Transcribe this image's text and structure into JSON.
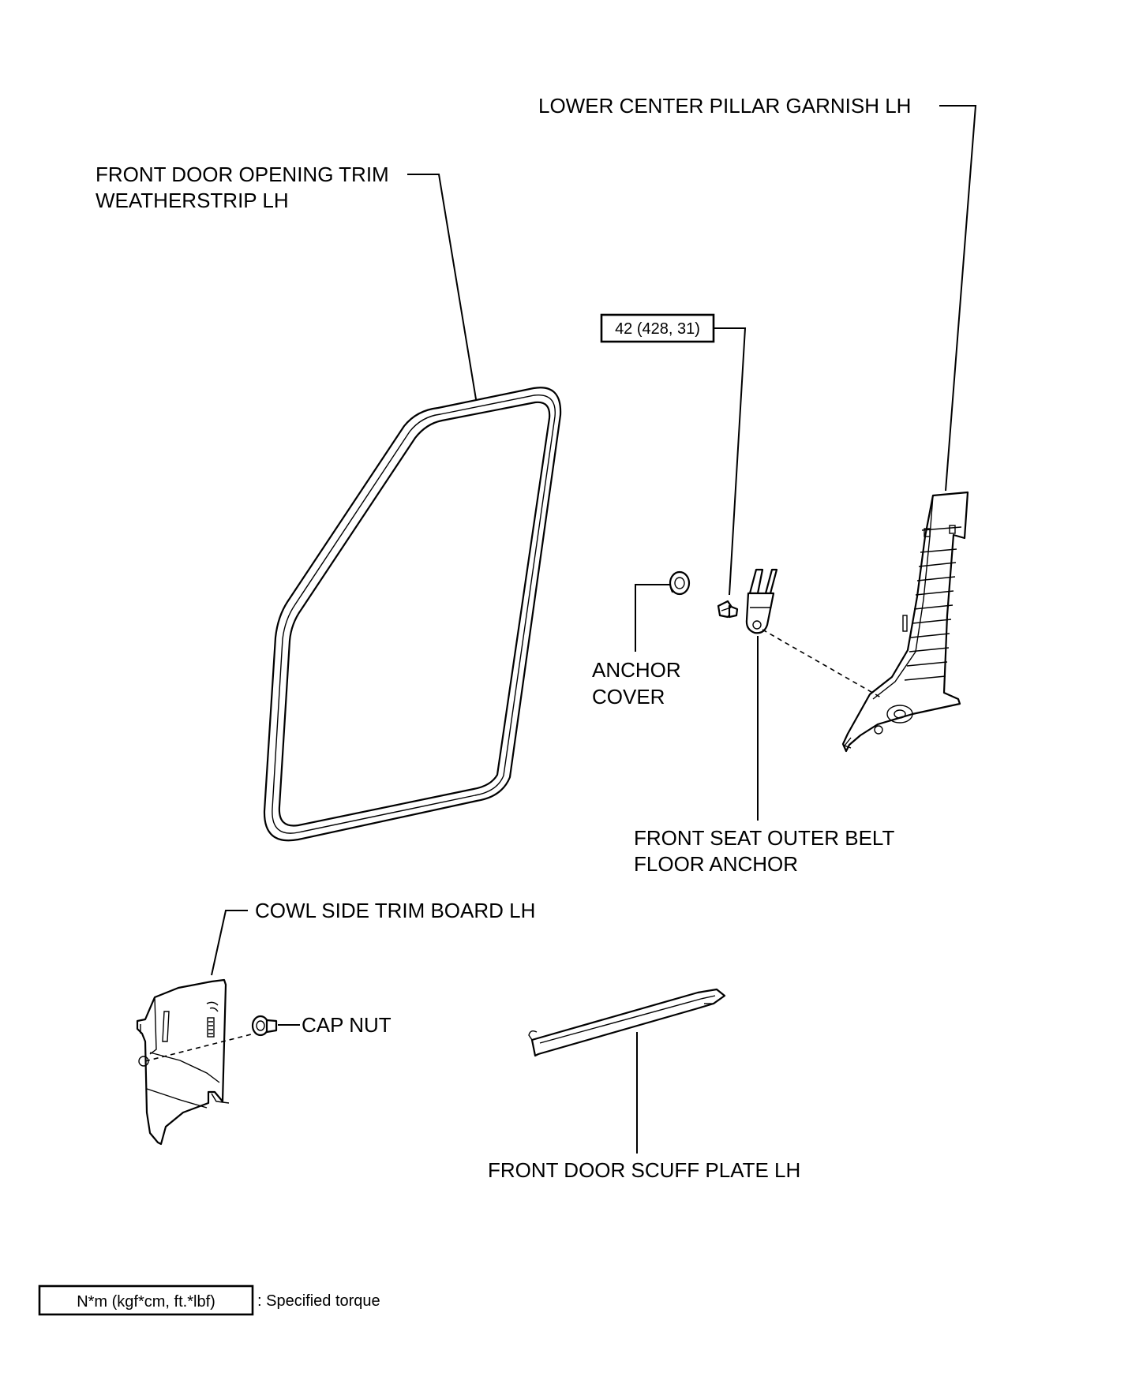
{
  "labels": {
    "lower_center_pillar": "LOWER CENTER PILLAR GARNISH LH",
    "weatherstrip_line1": "FRONT DOOR OPENING TRIM",
    "weatherstrip_line2": "WEATHERSTRIP LH",
    "torque_value": "42 (428, 31)",
    "anchor_cover_line1": "ANCHOR",
    "anchor_cover_line2": "COVER",
    "belt_anchor_line1": "FRONT SEAT OUTER BELT",
    "belt_anchor_line2": "FLOOR ANCHOR",
    "cowl_side": "COWL SIDE TRIM BOARD LH",
    "cap_nut": "CAP NUT",
    "scuff_plate": "FRONT DOOR SCUFF PLATE LH"
  },
  "legend": {
    "unit_box": "N*m (kgf*cm, ft.*lbf)",
    "description": ": Specified torque"
  }
}
